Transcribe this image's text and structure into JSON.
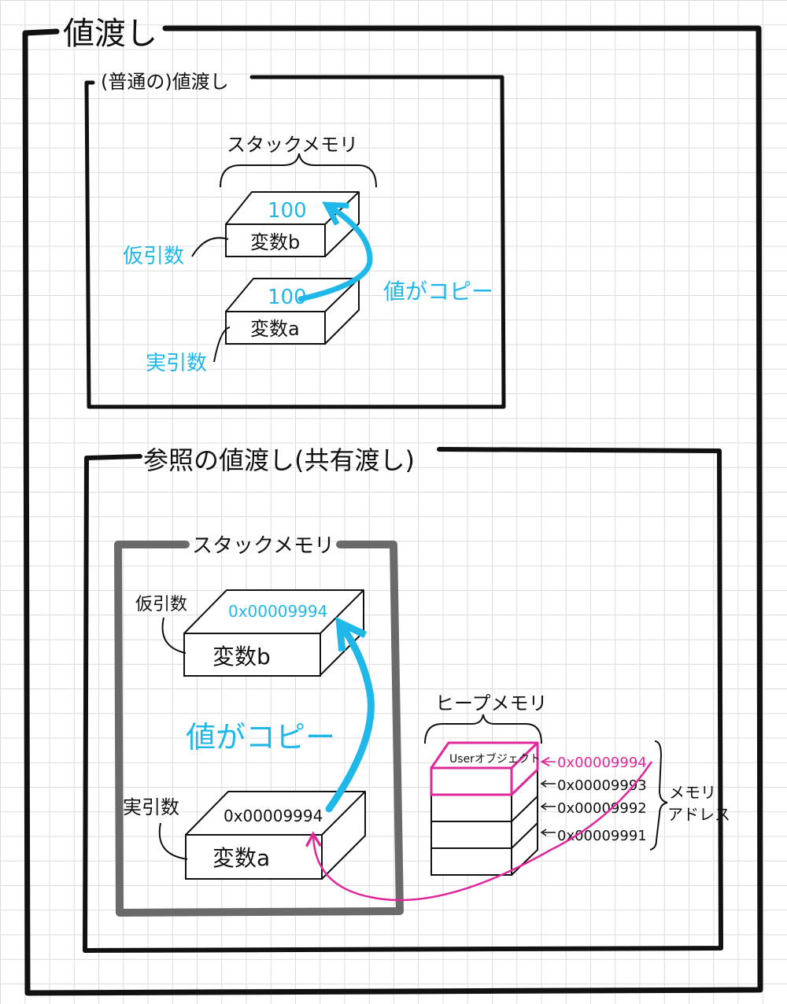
{
  "titles": {
    "main": "値渡し",
    "normal": "(普通の)値渡し",
    "reference": "参照の値渡し(共有渡し)"
  },
  "normal": {
    "stack_label": "スタックメモリ",
    "box_b_value": "100",
    "box_b_name": "変数b",
    "box_a_value": "100",
    "box_a_name": "変数a",
    "param_label": "仮引数",
    "arg_label": "実引数",
    "copy_label": "値がコピー"
  },
  "reference": {
    "stack_label": "スタックメモリ",
    "param_label": "仮引数",
    "box_b_value": "0x00009994",
    "box_b_name": "変数b",
    "copy_label": "値がコピー",
    "arg_label": "実引数",
    "box_a_value": "0x00009994",
    "box_a_name": "変数a",
    "heap_label": "ヒープメモリ",
    "user_object": "Userオブジェクト",
    "addresses": [
      "0x00009994",
      "0x00009993",
      "0x00009992",
      "0x00009991"
    ],
    "mem_address_label_1": "メモリ",
    "mem_address_label_2": "アドレス"
  },
  "colors": {
    "ink": "#111111",
    "cyan": "#1fb8e8",
    "magenta": "#e0289a",
    "gray": "#6a6a6a"
  }
}
